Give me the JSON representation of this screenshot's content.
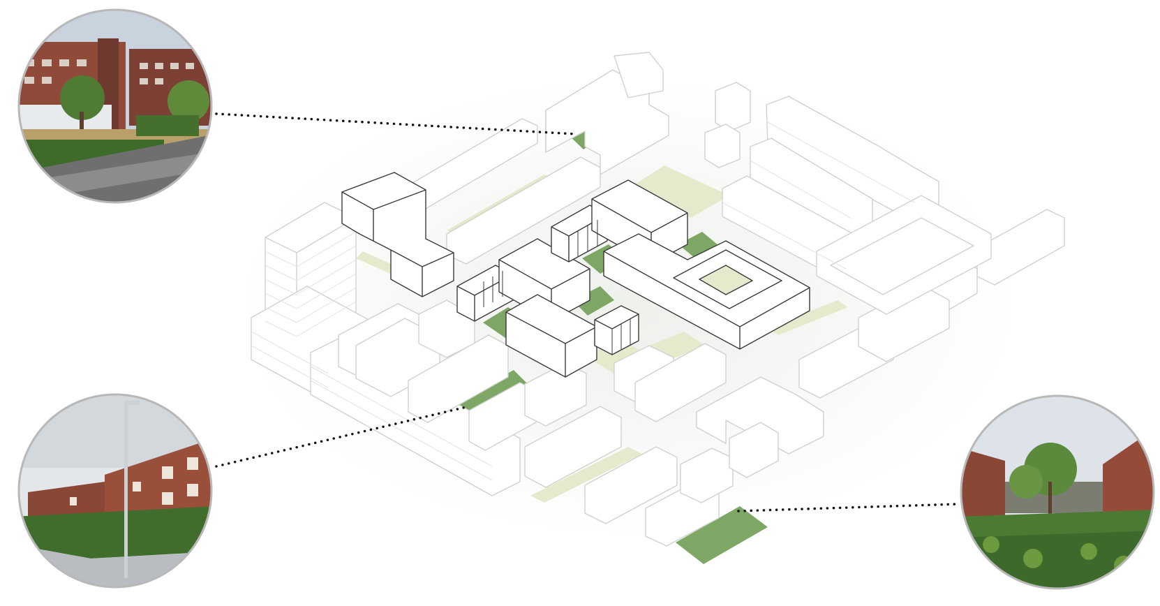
{
  "colors": {
    "background": "#ffffff",
    "building_fill": "#ffffff",
    "building_stroke_light": "#cfd2cc",
    "building_stroke_dark": "#3a3a3a",
    "green_dark": "#7ea766",
    "green_light": "#e3ebcc",
    "ground_shadow": "#f1f2ef",
    "leader_line": "#111111",
    "photo_ring": "#b8b8b8",
    "brick": "#8f4a3a",
    "hedge": "#3e6b2a",
    "sky": "#d6dde6"
  },
  "callouts": [
    {
      "id": "top-left",
      "photo": "courtyard-hedge-photo"
    },
    {
      "id": "bottom-left",
      "photo": "street-lamp-hedge-photo"
    },
    {
      "id": "bottom-right",
      "photo": "green-strip-photo"
    }
  ],
  "icons": {
    "photo_1": "street-photo-with-hedge",
    "photo_2": "street-photo-with-lamp",
    "photo_3": "street-photo-with-green"
  }
}
